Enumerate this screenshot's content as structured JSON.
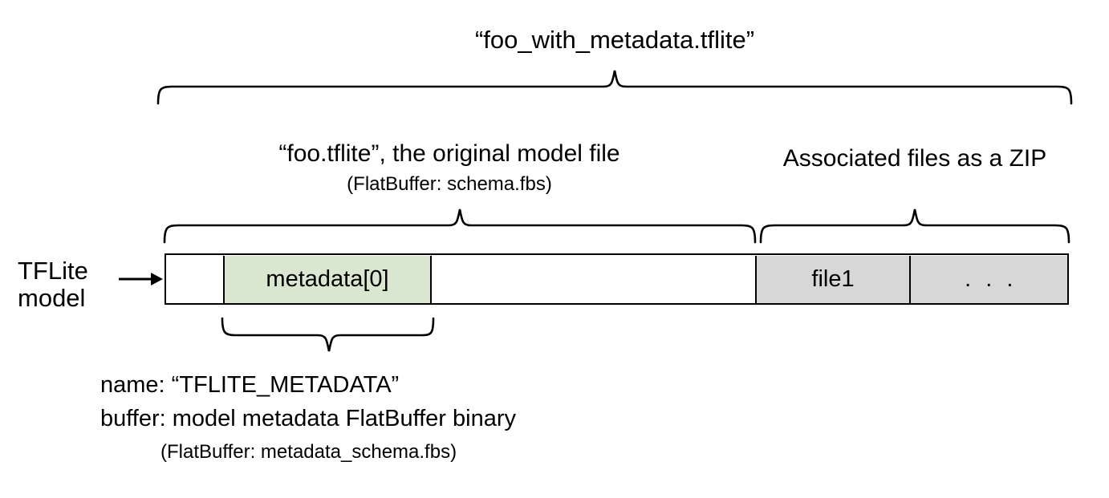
{
  "diagram": {
    "title": "“foo_with_metadata.tflite”",
    "left_side_label_line1": "TFLite",
    "left_side_label_line2": "model",
    "sections": [
      {
        "name": "original-model",
        "label": "“foo.tflite”, the original model file",
        "sublabel": "(FlatBuffer: schema.fbs)"
      },
      {
        "name": "associated-files",
        "label": "Associated files as a ZIP",
        "sublabel": ""
      }
    ],
    "cells": [
      {
        "name": "empty-left",
        "label": "",
        "fill": "#ffffff"
      },
      {
        "name": "metadata-0",
        "label": "metadata[0]",
        "fill": "#d9e7d0"
      },
      {
        "name": "empty-mid",
        "label": "",
        "fill": "#ffffff"
      },
      {
        "name": "file1",
        "label": "file1",
        "fill": "#d7d7d7"
      },
      {
        "name": "more-files",
        "label": ". . .",
        "fill": "#d7d7d7"
      }
    ],
    "metadata_note": {
      "line1": "name: “TFLITE_METADATA”",
      "line2": "buffer: model metadata FlatBuffer binary",
      "line3": "(FlatBuffer: metadata_schema.fbs)"
    },
    "colors": {
      "metadata_fill": "#d9e7d0",
      "zip_fill": "#d7d7d7",
      "stroke": "#000000",
      "background": "#ffffff"
    }
  }
}
